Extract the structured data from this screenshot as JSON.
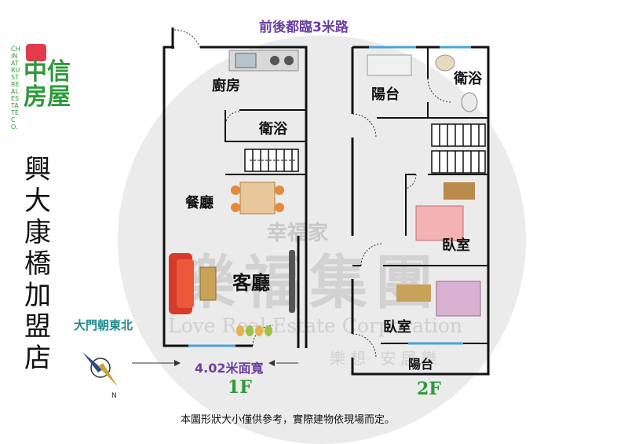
{
  "logo": {
    "name": "中信房屋",
    "sub": "CHINATRUST REAL ESTATE CO."
  },
  "store_name": "興大康橋加盟店",
  "road": "前後都臨3米路",
  "rooms_1f": {
    "kitchen": "廚房",
    "bath": "衛浴",
    "dining": "餐廳",
    "living": "客廳"
  },
  "rooms_2f": {
    "balcony_top": "陽台",
    "bath": "衛浴",
    "bedroom1": "臥室",
    "bedroom2": "臥室",
    "balcony_bottom": "陽台"
  },
  "door_direction": "大門朝東北",
  "frontage_width": "4.02米面寬",
  "floor_1": "1F",
  "floor_2": "2F",
  "watermark": {
    "line1": "幸福家",
    "line2": "樂福集團",
    "line3": "Love Real Estate Corporation",
    "line4": "樂想 安居樂"
  },
  "disclaimer": "本圖形狀大小僅供參考，實際建物依現場而定。",
  "colors": {
    "brand_green": "#2e9a3a",
    "brand_red": "#e23a4a",
    "road_purple": "#6b3fa0",
    "door_teal": "#1e8a8a"
  }
}
